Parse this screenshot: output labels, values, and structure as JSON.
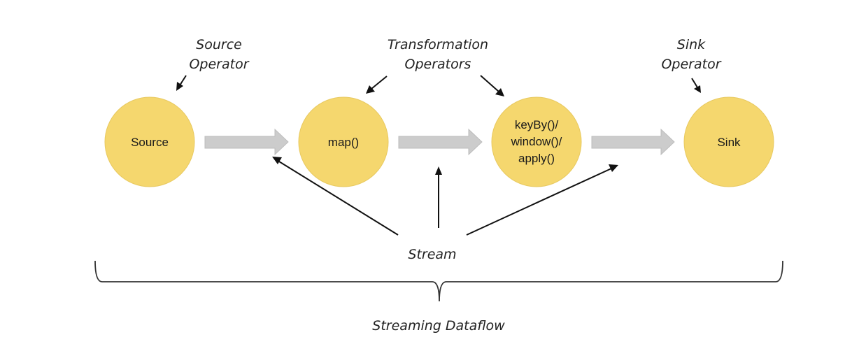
{
  "nodes": {
    "source": {
      "label": "Source"
    },
    "map": {
      "label": "map()"
    },
    "keyby": {
      "lines": [
        "keyBy()/",
        "window()/",
        "apply()"
      ]
    },
    "sink": {
      "label": "Sink"
    }
  },
  "annotations": {
    "source_operator": {
      "lines": [
        "Source",
        "Operator"
      ]
    },
    "transformation_operators": {
      "lines": [
        "Transformation",
        "Operators"
      ]
    },
    "sink_operator": {
      "lines": [
        "Sink",
        "Operator"
      ]
    },
    "stream": "Stream",
    "streaming_dataflow": "Streaming Dataflow"
  },
  "colors": {
    "node_fill": "#f5d76e",
    "flow_arrow": "#cccccc",
    "pointer": "#111111"
  }
}
